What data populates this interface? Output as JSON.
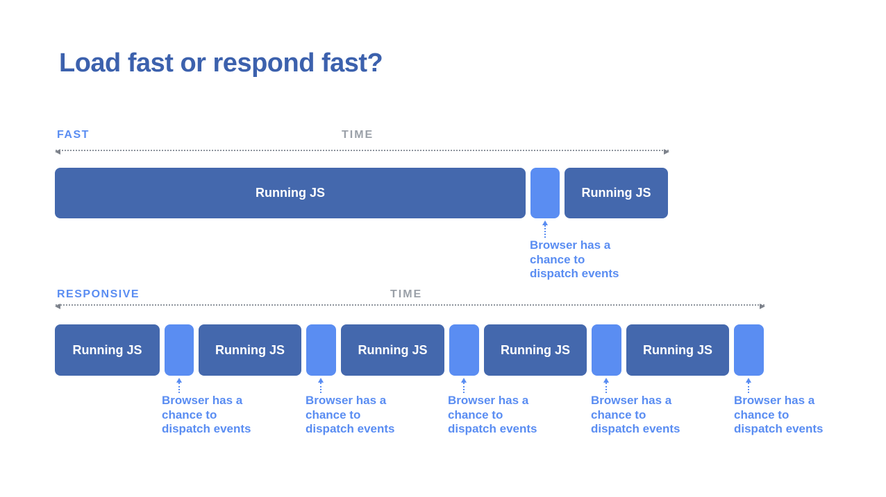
{
  "slide": {
    "title": "Load fast or respond fast?"
  },
  "fast_timeline": {
    "label": "FAST",
    "time_label": "TIME",
    "bar_labels": [
      "Running JS",
      "Running JS"
    ],
    "annotations": [
      {
        "lines": [
          "Browser has a",
          "chance to",
          "dispatch events"
        ]
      }
    ]
  },
  "responsive_timeline": {
    "label": "RESPONSIVE",
    "time_label": "TIME",
    "bar_labels": [
      "Running JS",
      "Running JS",
      "Running JS",
      "Running JS",
      "Running JS"
    ],
    "annotations": [
      {
        "lines": [
          "Browser has a",
          "chance to",
          "dispatch events"
        ]
      },
      {
        "lines": [
          "Browser has a",
          "chance to",
          "dispatch events"
        ]
      },
      {
        "lines": [
          "Browser has a",
          "chance to",
          "dispatch events"
        ]
      },
      {
        "lines": [
          "Browser has a",
          "chance to",
          "dispatch events"
        ]
      },
      {
        "lines": [
          "Browser has a",
          "chance to",
          "dispatch events"
        ]
      }
    ]
  },
  "colors": {
    "title_text": "#3c61ad",
    "running_js_bar": "#4468ad",
    "idle_gap": "#5a8df2",
    "annotation_text": "#5a8df2",
    "timeline_label": "#5a8df2",
    "time_label": "#9aa0a8",
    "axis_dots": "#8d939c",
    "background": "#ffffff"
  }
}
